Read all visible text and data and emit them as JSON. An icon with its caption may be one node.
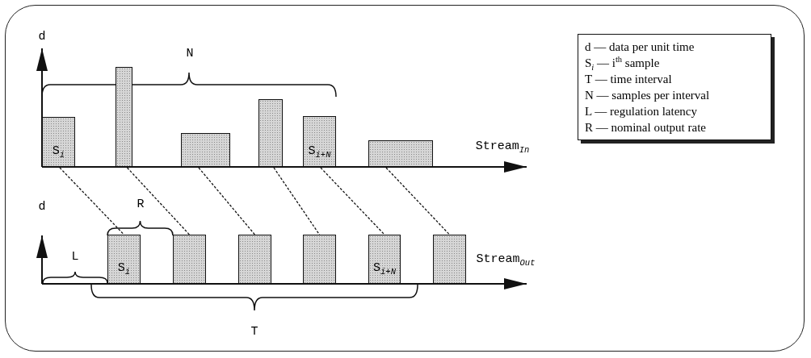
{
  "diagram": {
    "nodes": [
      {
        "text": [
          "S$_{i}$"
        ]
      },
      {
        "text": [],
        "shape": "bar"
      },
      {
        "text": [],
        "shape": "bar"
      },
      {
        "text": [],
        "shape": "bar"
      },
      {
        "text": [
          "S$_{i+N}$"
        ]
      },
      {
        "text": [],
        "shape": "bar"
      },
      {
        "text": [
          "S$_{i}$"
        ]
      },
      {
        "text": [],
        "shape": "bar"
      },
      {
        "text": [],
        "shape": "bar"
      },
      {
        "text": [],
        "shape": "bar"
      },
      {
        "text": [
          "S$_{i+N}$"
        ]
      },
      {
        "text": [],
        "shape": "bar"
      }
    ],
    "edges": [
      {
        "from": 0,
        "to": 6,
        "arrow": "none",
        "style": "dashed"
      },
      {
        "from": 1,
        "to": 7,
        "arrow": "none",
        "style": "dashed"
      },
      {
        "from": 2,
        "to": 8,
        "arrow": "none",
        "style": "dashed"
      },
      {
        "from": 3,
        "to": 9,
        "arrow": "none",
        "style": "dashed"
      },
      {
        "from": 4,
        "to": 10,
        "arrow": "none",
        "style": "dashed"
      },
      {
        "from": 5,
        "to": 11,
        "arrow": "none",
        "style": "dashed"
      }
    ],
    "labels": [
      "d",
      "N",
      "Stream$_{In}$",
      "d",
      "R",
      "L",
      "Stream$_{Out}$",
      "T",
      "d — data per unit time",
      "S$_{i}$ — i$^{th}$ sample",
      "T — time interval",
      "N — samples per interval",
      "L — regulation latency",
      "R — nominal output rate"
    ]
  }
}
